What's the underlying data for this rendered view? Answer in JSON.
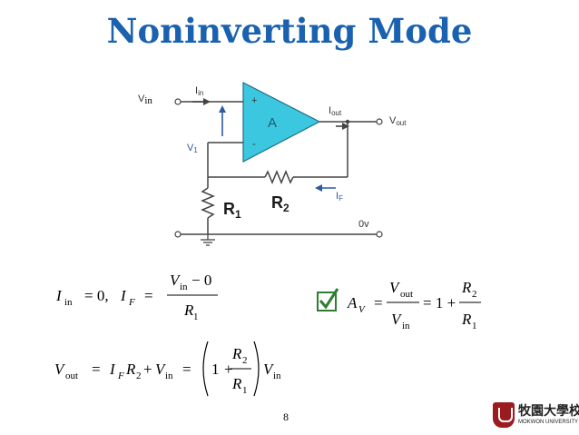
{
  "title": "Noninverting Mode",
  "circuit": {
    "vin": "V",
    "vin_sub": "in",
    "iin": "I",
    "iin_sub": "in",
    "v1": "V",
    "v1_sub": "1",
    "plus": "+",
    "minus": "-",
    "amp": "A",
    "iout": "I",
    "iout_sub": "out",
    "vout": "V",
    "vout_sub": "out",
    "if": "I",
    "if_sub": "F",
    "r1": "R",
    "r1_sub": "1",
    "r2": "R",
    "r2_sub": "2",
    "ground": "0v"
  },
  "equations": {
    "eq1": {
      "I": "I",
      "in": "in",
      "eq_zero": "= 0,",
      "I2": "I",
      "F": "F",
      "eq": "=",
      "num_V": "V",
      "num_in": "in",
      "num_minus0": "− 0",
      "den_R": "R",
      "den_1": "1"
    },
    "eq2": {
      "V": "V",
      "out": "out",
      "eq": "=",
      "I": "I",
      "F": "F",
      "R": "R",
      "two": "2",
      "plus": "+",
      "V2": "V",
      "in": "in",
      "eq2": "=",
      "one": "1",
      "plus2": "+",
      "num_R": "R",
      "num_2": "2",
      "den_R": "R",
      "den_1": "1",
      "V3": "V",
      "in2": "in"
    },
    "gain": {
      "A": "A",
      "V": "V",
      "eq": "=",
      "num_V": "V",
      "num_out": "out",
      "den_V": "V",
      "den_in": "in",
      "eq2": "= 1 +",
      "num_R": "R",
      "num_2": "2",
      "den_R": "R",
      "den_1": "1"
    }
  },
  "page_number": "8",
  "logo": {
    "name_cn": "牧園大學校",
    "name_en": "MOKWON UNIVERSITY"
  },
  "colors": {
    "title": "#1a62b0",
    "opamp_fill": "#3cc7e0",
    "wire": "#444444",
    "arrow": "#2c5aa0",
    "checkbox": "#2e7d32",
    "logo": "#9b1b1f"
  }
}
